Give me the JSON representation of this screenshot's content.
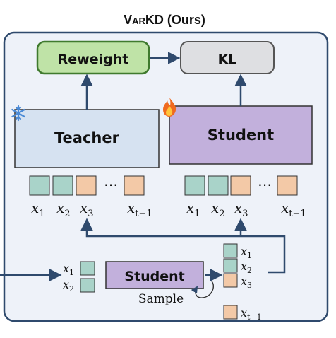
{
  "title": {
    "main": "V",
    "small_caps": "AR",
    "rest": "KD (Ours)"
  },
  "boxes": {
    "reweight": "Reweight",
    "kl": "KL",
    "teacher": "Teacher",
    "student_top": "Student",
    "student_bottom": "Student"
  },
  "sample_label": "Sample",
  "ellipsis": "⋯",
  "token_labels": {
    "x": "x",
    "sub1": "1",
    "sub2": "2",
    "sub3": "3",
    "subt": "t−1"
  },
  "icons": {
    "teacher": "snowflake-icon",
    "student": "fire-icon"
  },
  "colors": {
    "outer_fill": "#eef2f9",
    "outer_stroke": "#2f4a6d",
    "reweight_fill": "#bfe3a7",
    "reweight_stroke": "#3f7a2e",
    "kl_fill": "#dedfe2",
    "teacher_fill": "#d6e2f1",
    "student_fill": "#c2b0dc",
    "teal": "#a9d3c9",
    "peach": "#f3c9a7",
    "arrow": "#2f4a6d"
  }
}
